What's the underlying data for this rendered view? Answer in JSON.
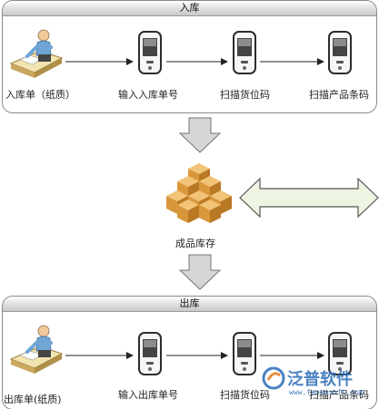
{
  "inbound": {
    "title": "入库",
    "steps": [
      "入库单（纸质）",
      "输入入库单号",
      "扫描货位码",
      "扫描产品条码"
    ]
  },
  "inventory": {
    "label": "成品库存"
  },
  "outbound": {
    "title": "出库",
    "steps": [
      "出库单(纸质)",
      "输入出库单号",
      "扫描货位码",
      "扫描产品条码"
    ]
  },
  "watermark": {
    "brand": "泛普软件",
    "url": "www.fanpusoft.com"
  },
  "colors": {
    "arrow_fill": "#d6d6d6",
    "double_arrow_fill": "#eef4e2",
    "box": "#d9a24a",
    "phone": "#333333"
  },
  "icons": [
    "clerk-at-desk-icon",
    "handheld-scanner-icon",
    "boxes-stack-icon",
    "down-arrow-icon",
    "double-arrow-icon",
    "fanpu-logo-icon"
  ]
}
